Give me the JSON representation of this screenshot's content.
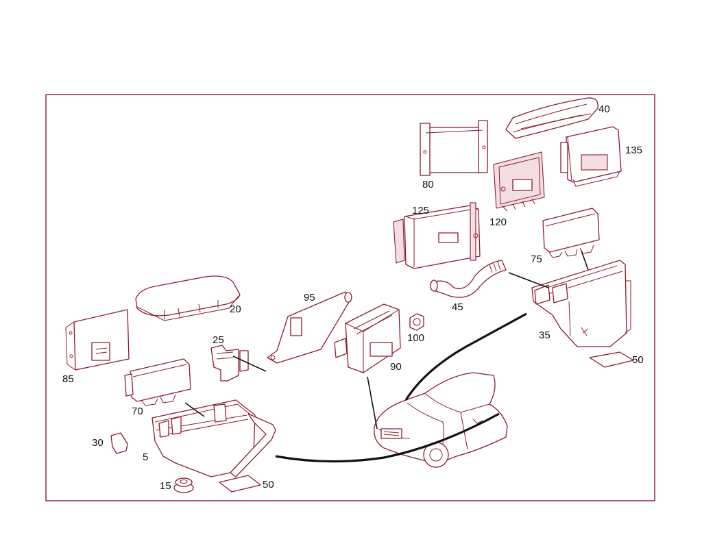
{
  "colors": {
    "frame": "#8b1a2b",
    "part_stroke": "#8b1a2b",
    "leader": "#111111",
    "background": "#ffffff"
  },
  "callouts": {
    "p5": "5",
    "p15": "15",
    "p20": "20",
    "p25": "25",
    "p30": "30",
    "p35": "35",
    "p40": "40",
    "p45": "45",
    "p50a": "50",
    "p50b": "50",
    "p70": "70",
    "p75": "75",
    "p80": "80",
    "p85": "85",
    "p90": "90",
    "p95": "95",
    "p100": "100",
    "p120": "120",
    "p125": "125",
    "p135": "135"
  }
}
